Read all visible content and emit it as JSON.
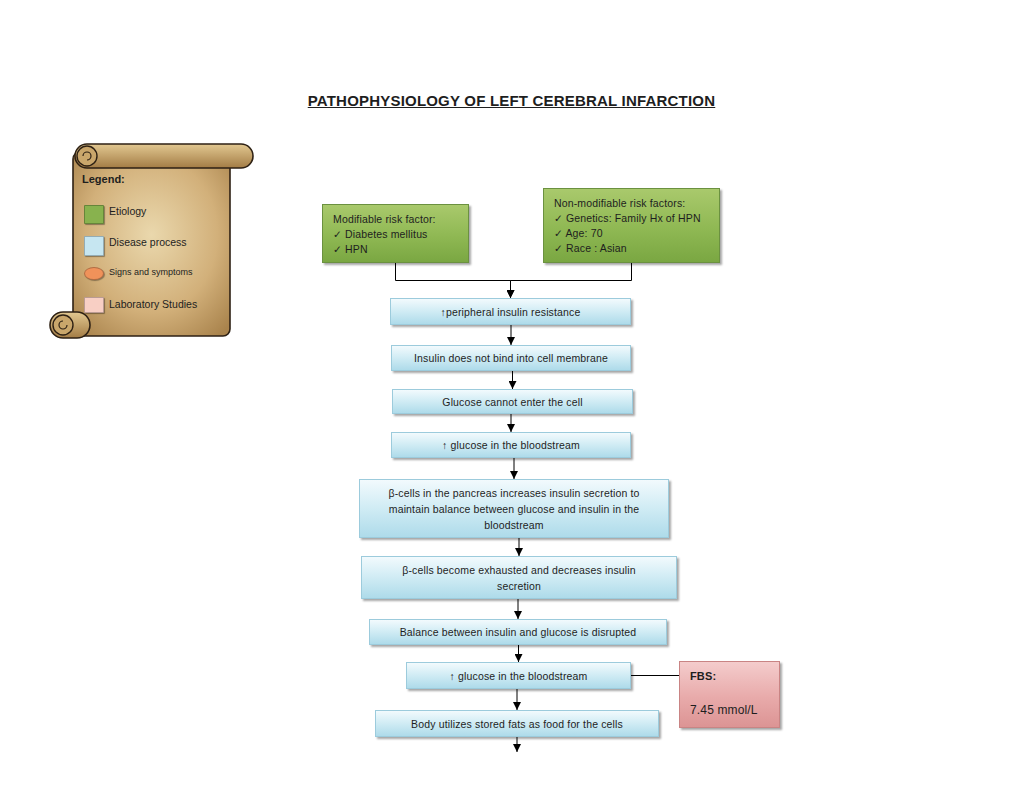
{
  "diagram": {
    "title": "PATHOPHYSIOLOGY OF LEFT CEREBRAL INFARCTION",
    "nodes": [
      {
        "text": [
          "Modifiable risk factor:",
          "✓ Diabetes mellitus",
          "✓ HPN"
        ]
      },
      {
        "text": [
          "Non-modifiable risk factors:",
          "✓ Genetics: Family Hx of HPN",
          "✓ Age: 70",
          "✓ Race : Asian"
        ]
      },
      {
        "text": [
          "↑peripheral insulin resistance"
        ]
      },
      {
        "text": [
          "Insulin does not bind into cell membrane"
        ]
      },
      {
        "text": [
          "Glucose cannot enter the cell"
        ]
      },
      {
        "text": [
          "↑ glucose in the bloodstream"
        ]
      },
      {
        "text": [
          "β-cells in the pancreas increases insulin secretion to maintain balance between glucose and insulin in the bloodstream"
        ]
      },
      {
        "text": [
          "β-cells become exhausted and decreases insulin secretion"
        ]
      },
      {
        "text": [
          "Balance between insulin and glucose is disrupted"
        ]
      },
      {
        "text": [
          "↑ glucose in the bloodstream"
        ]
      },
      {
        "text": [
          "FBS:",
          "7.45 mmol/L"
        ]
      },
      {
        "text": [
          "Body utilizes stored fats as food for the cells"
        ]
      }
    ],
    "edges": [
      {
        "from": 0,
        "to": 2,
        "arrow": "to"
      },
      {
        "from": 1,
        "to": 2,
        "arrow": "to"
      },
      {
        "from": 2,
        "to": 3,
        "arrow": "to"
      },
      {
        "from": 3,
        "to": 4,
        "arrow": "to"
      },
      {
        "from": 4,
        "to": 5,
        "arrow": "to"
      },
      {
        "from": 5,
        "to": 6,
        "arrow": "to"
      },
      {
        "from": 6,
        "to": 7,
        "arrow": "to"
      },
      {
        "from": 7,
        "to": 8,
        "arrow": "to"
      },
      {
        "from": 8,
        "to": 9,
        "arrow": "to"
      },
      {
        "from": 9,
        "to": 10,
        "arrow": "none"
      },
      {
        "from": 9,
        "to": 11,
        "arrow": "to"
      }
    ],
    "labels": [
      "Legend:"
    ],
    "legend": [
      {
        "text": "Etiology",
        "color": "#88b24e"
      },
      {
        "text": "Disease process",
        "color": "#c6e6f1"
      },
      {
        "text": "Signs and symptoms",
        "color": "#f0925a"
      },
      {
        "text": "Laboratory Studies",
        "color": "#f8cfc4"
      }
    ]
  }
}
